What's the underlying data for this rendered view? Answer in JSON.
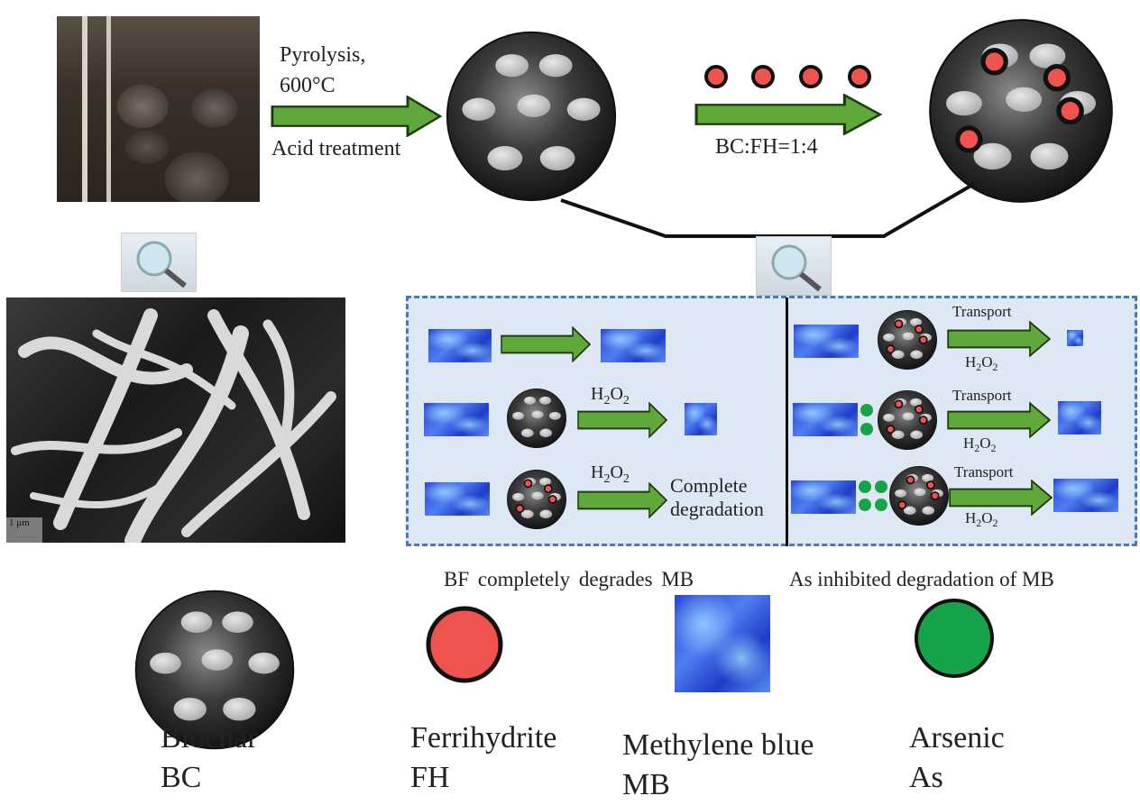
{
  "top_row": {
    "step1_top_label_line1": "Pyrolysis,",
    "step1_top_label_line2": "600°C",
    "step1_bottom_label": "Acid treatment",
    "step2_label": "BC:FH=1:4",
    "step2_particle_count": 4
  },
  "sem_image": {
    "scale_bar": "1 μm"
  },
  "panel": {
    "left_rows": [
      {
        "reagent": "",
        "result": ""
      },
      {
        "reagent_html": "H2O2",
        "result": ""
      },
      {
        "reagent_html": "H2O2",
        "result_line1": "Complete",
        "result_line2": "degradation"
      }
    ],
    "right_rows": [
      {
        "top": "Transport",
        "bottom": "H2O2",
        "arsenic_count": 0
      },
      {
        "top": "Transport",
        "bottom": "H2O2",
        "arsenic_count": 2
      },
      {
        "top": "Transport",
        "bottom": "H2O2",
        "arsenic_count": 4
      }
    ],
    "h2o2": {
      "h": "H",
      "two": "2",
      "o": "O"
    },
    "caption_left": "BF completely  degrades  MB",
    "caption_right": "As inhibited degradation  of MB"
  },
  "legend": [
    {
      "name": "Biochar",
      "abbr": "BC"
    },
    {
      "name": "Ferrihydrite",
      "abbr": "FH"
    },
    {
      "name": "Methylene blue",
      "abbr": "MB"
    },
    {
      "name": "Arsenic",
      "abbr": "As"
    }
  ],
  "colors": {
    "arrow_green": "#5fa83a",
    "ferrihydrite_red": "#ef5350",
    "arsenic_green": "#17a34a",
    "panel_bg": "#dde8f4",
    "panel_border": "#4a79b4"
  }
}
